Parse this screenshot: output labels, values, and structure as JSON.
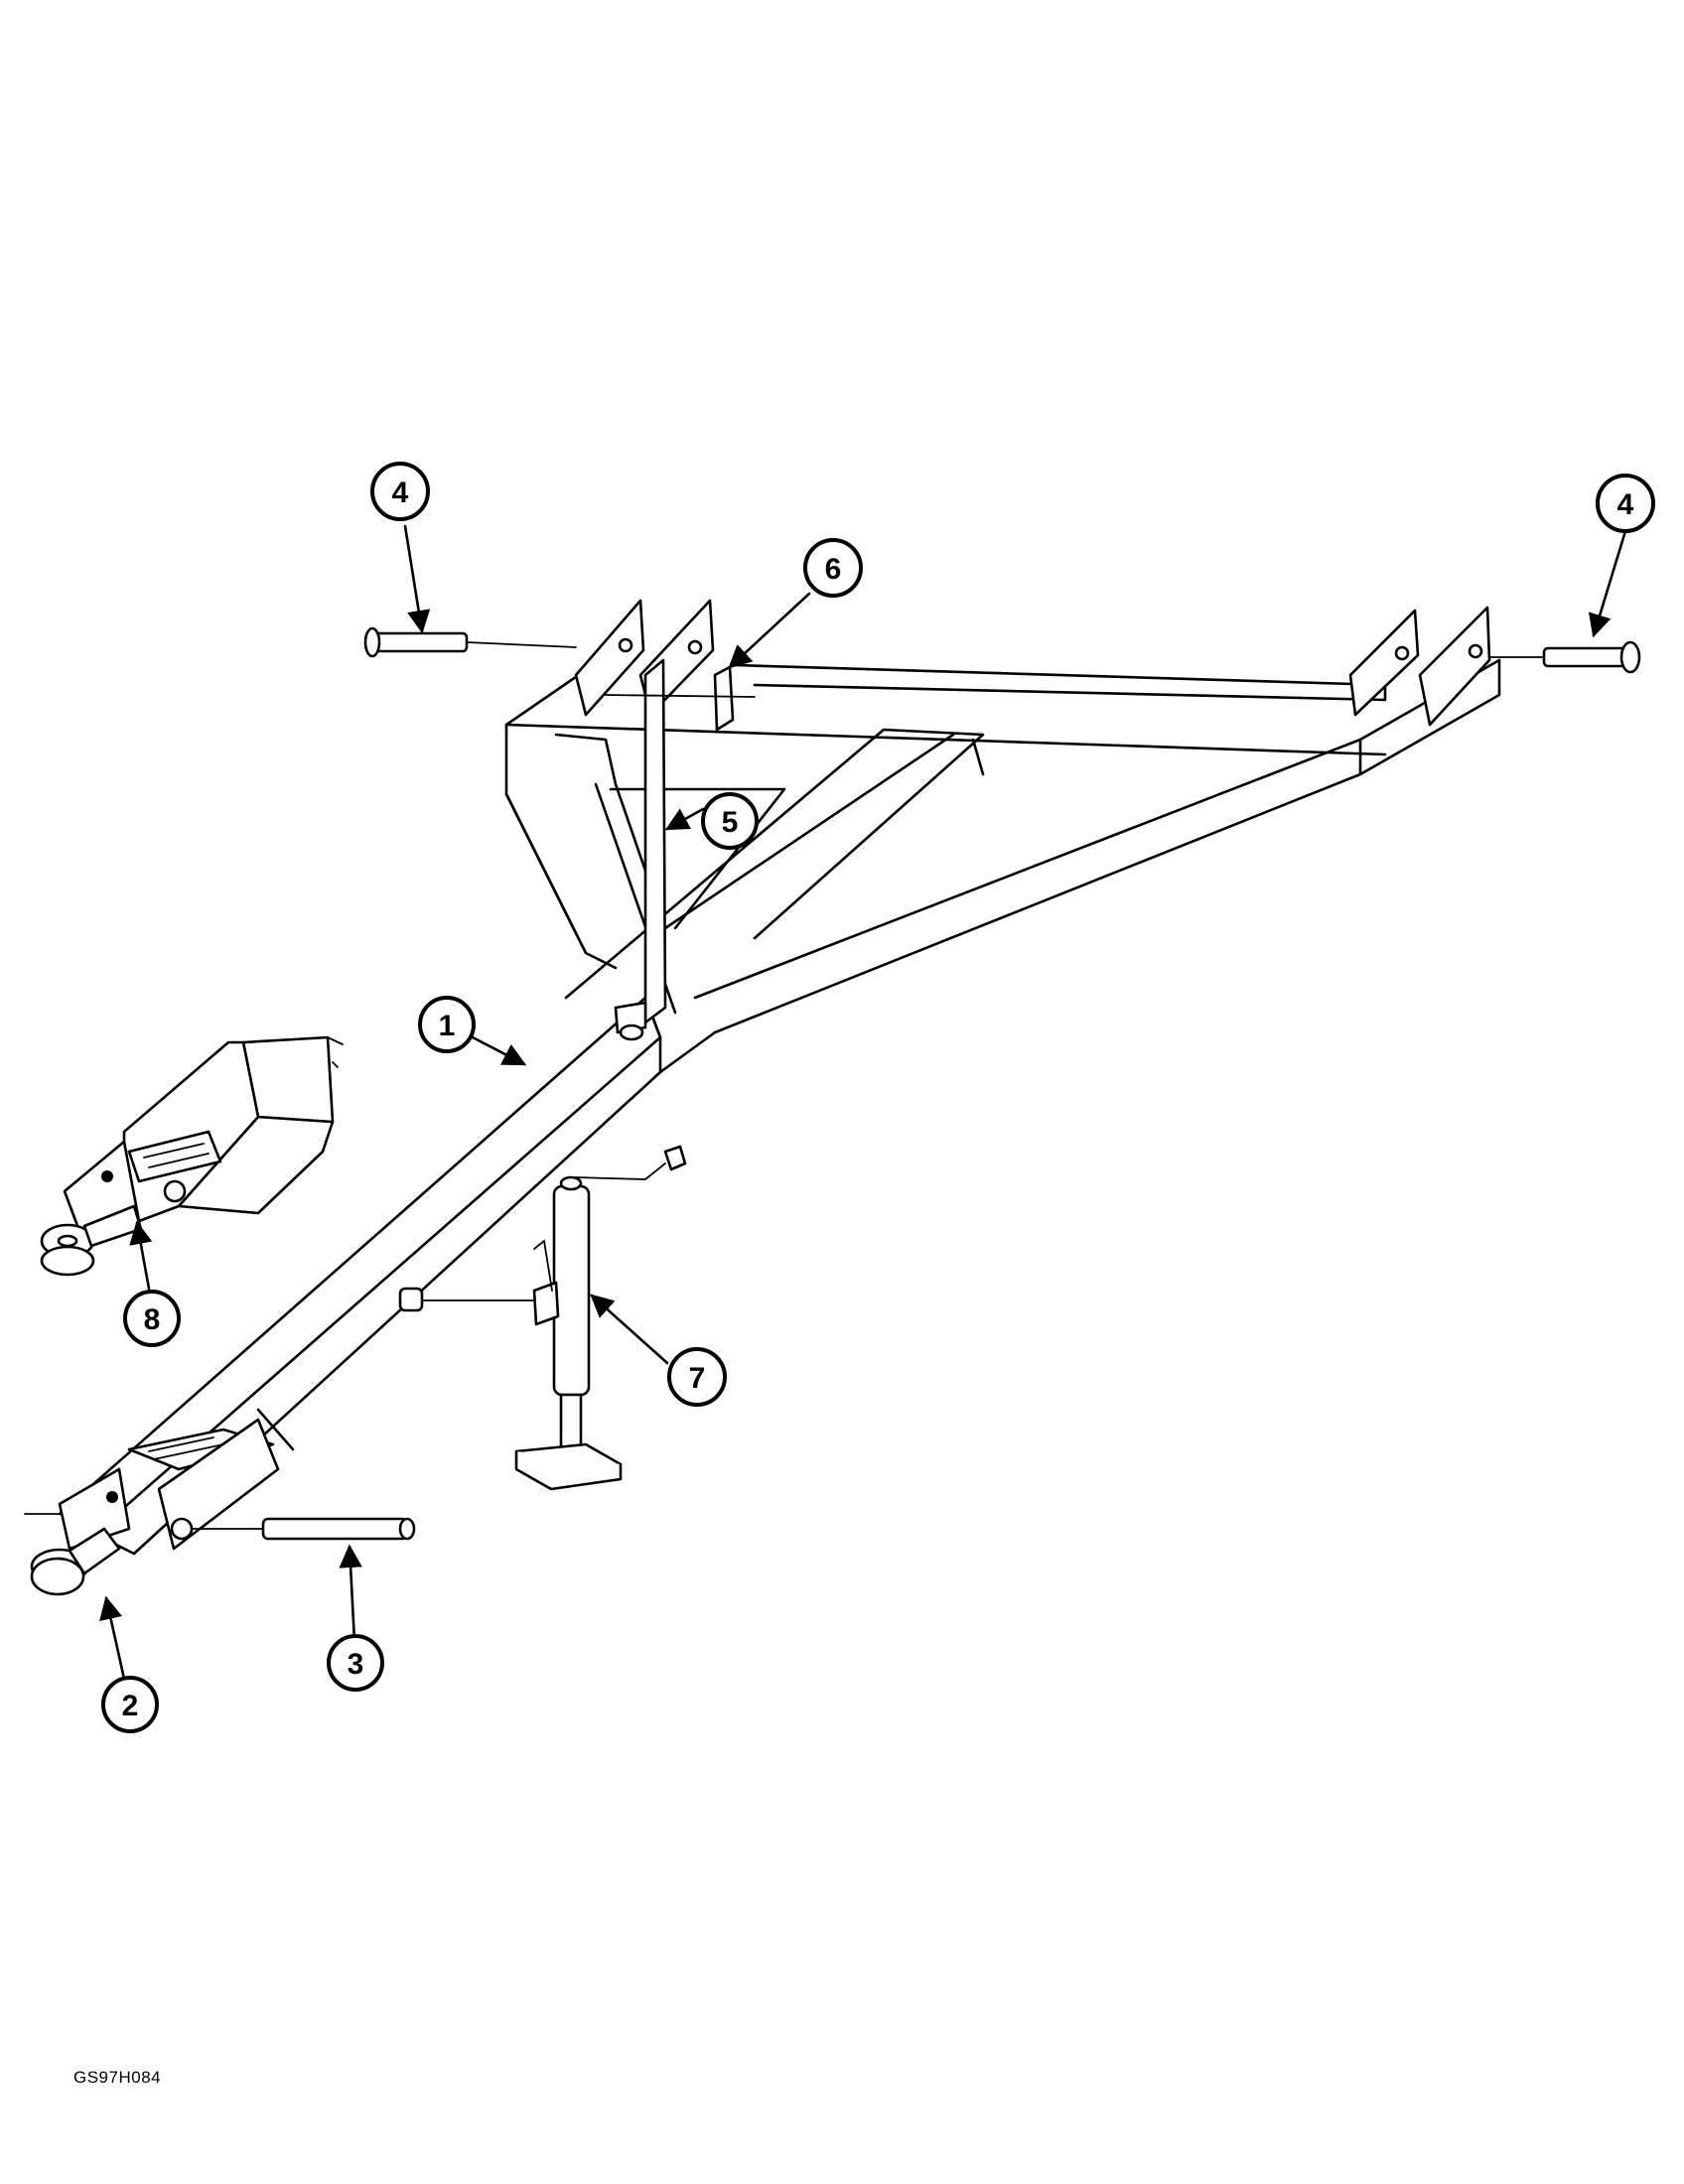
{
  "figure_code": "GS97H084",
  "callouts": {
    "c1": "1",
    "c2": "2",
    "c3": "3",
    "c4_left": "4",
    "c4_right": "4",
    "c5": "5",
    "c6": "6",
    "c7": "7",
    "c8": "8"
  }
}
